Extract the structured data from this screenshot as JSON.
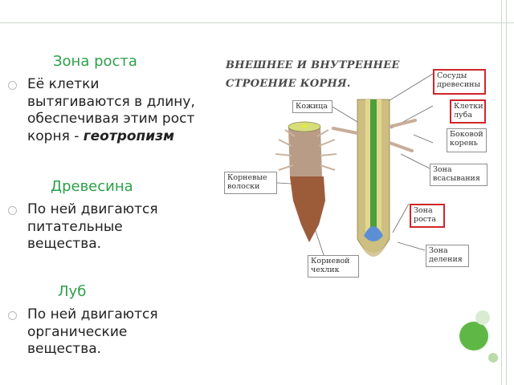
{
  "sections": [
    {
      "heading": "Зона роста",
      "lines": [
        "Её клетки",
        "вытягиваются в длину,",
        "обеспечивая этим рост"
      ],
      "last_line_prefix": "корня - ",
      "last_line_emphasis": "геотропизм"
    },
    {
      "heading": "Древесина",
      "lines": [
        "По ней двигаются",
        "питательные",
        "вещества."
      ]
    },
    {
      "heading": "Луб",
      "lines": [
        "По ней двигаются",
        "органические",
        "вещества."
      ]
    }
  ],
  "diagram": {
    "title_line1": "Внешнее и внутреннее",
    "title_line2": "строение корня.",
    "labels": {
      "vessels": [
        "Сосуды",
        "древесины"
      ],
      "bast": [
        "Клетки",
        "луба"
      ],
      "lateral": [
        "Боковой",
        "корень"
      ],
      "absorption": [
        "Зона",
        "всасывания"
      ],
      "growth": [
        "Зона",
        "роста"
      ],
      "division": [
        "Зона",
        "деления"
      ],
      "cap": [
        "Корневой",
        "чехлик"
      ],
      "hairs": [
        "Корневые",
        "волоски"
      ],
      "skin": [
        "Кожица"
      ]
    }
  },
  "colors": {
    "accent": "#2ca04a",
    "highlight": "#d0262a",
    "dot_green": "#5fb846"
  }
}
